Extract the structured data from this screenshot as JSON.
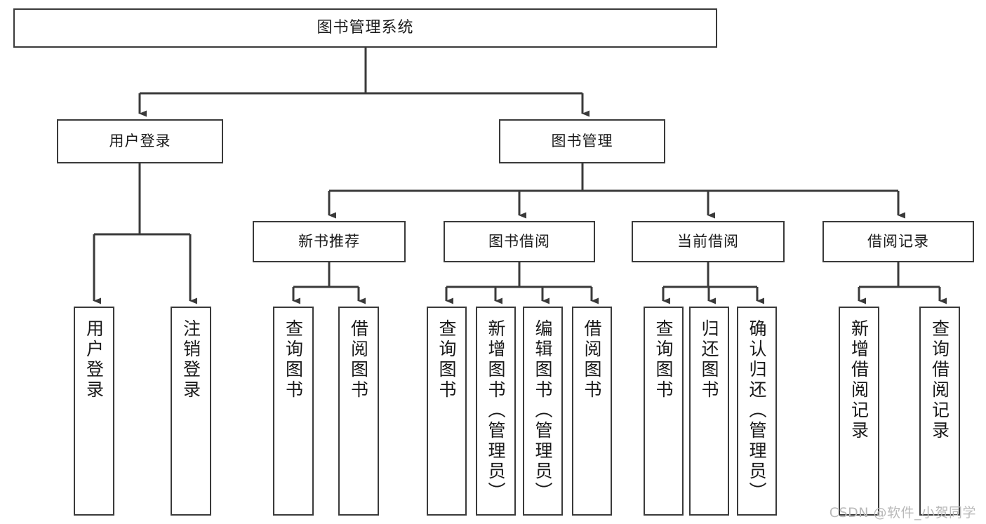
{
  "diagram": {
    "type": "tree-hierarchy-chart",
    "title": "图书管理系统",
    "orientation": "top-down",
    "line_color": "#3a3a3a",
    "box_fill": "#ffffff",
    "text_color": "#1a1a1a",
    "watermark": "CSDN @软件_小贺同学",
    "nodes": {
      "root": {
        "label": "图书管理系统",
        "level": 1
      },
      "l2": [
        {
          "id": "user-login",
          "label": "用户登录",
          "level": 2
        },
        {
          "id": "book-manage",
          "label": "图书管理",
          "level": 2
        }
      ],
      "l3": [
        {
          "id": "new-book-recommend",
          "label": "新书推荐",
          "level": 3,
          "parent": "book-manage"
        },
        {
          "id": "book-borrow",
          "label": "图书借阅",
          "level": 3,
          "parent": "book-manage"
        },
        {
          "id": "current-borrow",
          "label": "当前借阅",
          "level": 3,
          "parent": "book-manage"
        },
        {
          "id": "borrow-record",
          "label": "借阅记录",
          "level": 3,
          "parent": "book-manage"
        }
      ],
      "leaves": [
        {
          "id": "leaf-user-login",
          "label": "用户登录",
          "parent": "user-login"
        },
        {
          "id": "leaf-user-logout",
          "label": "注销登录",
          "parent": "user-login"
        },
        {
          "id": "leaf-query-book-1",
          "label": "查询图书",
          "parent": "new-book-recommend"
        },
        {
          "id": "leaf-borrow-book-1",
          "label": "借阅图书",
          "parent": "new-book-recommend"
        },
        {
          "id": "leaf-query-book-2",
          "label": "查询图书",
          "parent": "book-borrow"
        },
        {
          "id": "leaf-add-book",
          "label": "新增图书（管理员）",
          "parent": "book-borrow"
        },
        {
          "id": "leaf-edit-book",
          "label": "编辑图书（管理员）",
          "parent": "book-borrow"
        },
        {
          "id": "leaf-borrow-book-2",
          "label": "借阅图书",
          "parent": "book-borrow"
        },
        {
          "id": "leaf-query-book-3",
          "label": "查询图书",
          "parent": "current-borrow"
        },
        {
          "id": "leaf-return-book",
          "label": "归还图书",
          "parent": "current-borrow"
        },
        {
          "id": "leaf-confirm-return",
          "label": "确认归还（管理员）",
          "parent": "current-borrow"
        },
        {
          "id": "leaf-add-record",
          "label": "新增借阅记录",
          "parent": "borrow-record"
        },
        {
          "id": "leaf-query-record",
          "label": "查询借阅记录",
          "parent": "borrow-record"
        }
      ]
    }
  }
}
